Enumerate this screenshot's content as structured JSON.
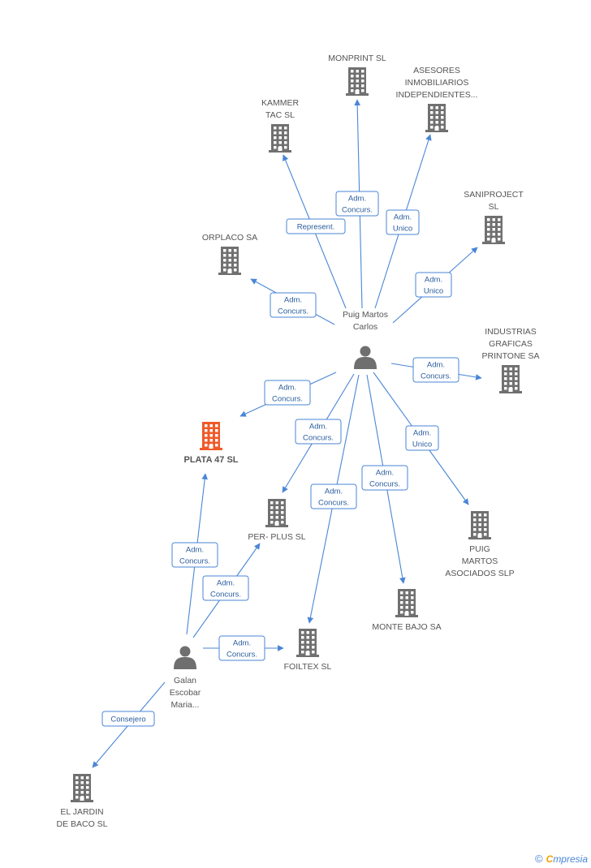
{
  "colors": {
    "edge": "#4a86d6",
    "company": "#707070",
    "focus_company": "#f05a28",
    "person": "#6f6f6f"
  },
  "nodes": [
    {
      "id": "monprint",
      "type": "company",
      "lines": [
        "MONPRINT SL"
      ]
    },
    {
      "id": "asesores",
      "type": "company",
      "lines": [
        "ASESORES",
        "INMOBILIARIOS",
        "INDEPENDIENTES..."
      ]
    },
    {
      "id": "kammer",
      "type": "company",
      "lines": [
        "KAMMER",
        "TAC SL"
      ]
    },
    {
      "id": "saniproject",
      "type": "company",
      "lines": [
        "SANIPROJECT",
        "SL"
      ]
    },
    {
      "id": "orplaco",
      "type": "company",
      "lines": [
        "ORPLACO SA"
      ]
    },
    {
      "id": "puig",
      "type": "person",
      "lines": [
        "Puig Martos",
        "Carlos"
      ]
    },
    {
      "id": "industrias",
      "type": "company",
      "lines": [
        "INDUSTRIAS",
        "GRAFICAS",
        "PRINTONE SA"
      ]
    },
    {
      "id": "plata",
      "type": "focus",
      "lines": [
        "PLATA 47 SL"
      ]
    },
    {
      "id": "perplus",
      "type": "company",
      "lines": [
        "PER- PLUS SL"
      ]
    },
    {
      "id": "puigasoc",
      "type": "company",
      "lines": [
        "PUIG",
        "MARTOS",
        "ASOCIADOS SLP"
      ]
    },
    {
      "id": "montebajo",
      "type": "company",
      "lines": [
        "MONTE BAJO SA"
      ]
    },
    {
      "id": "galan",
      "type": "person",
      "lines": [
        "Galan",
        "Escobar",
        "Maria..."
      ]
    },
    {
      "id": "foiltex",
      "type": "company",
      "lines": [
        "FOILTEX SL"
      ]
    },
    {
      "id": "jardin",
      "type": "company",
      "lines": [
        "EL JARDIN",
        "DE BACO  SL"
      ]
    }
  ],
  "edges": [
    {
      "from": "puig",
      "to": "monprint",
      "lines": [
        "Adm.",
        "Concurs."
      ]
    },
    {
      "from": "puig",
      "to": "asesores",
      "lines": [
        "Adm.",
        "Unico"
      ]
    },
    {
      "from": "puig",
      "to": "kammer",
      "lines": [
        "Represent."
      ]
    },
    {
      "from": "puig",
      "to": "saniproject",
      "lines": [
        "Adm.",
        "Unico"
      ]
    },
    {
      "from": "puig",
      "to": "orplaco",
      "lines": [
        "Adm.",
        "Concurs."
      ]
    },
    {
      "from": "puig",
      "to": "industrias",
      "lines": [
        "Adm.",
        "Concurs."
      ]
    },
    {
      "from": "puig",
      "to": "plata",
      "lines": [
        "Adm.",
        "Concurs."
      ]
    },
    {
      "from": "puig",
      "to": "perplus",
      "lines": [
        "Adm.",
        "Concurs."
      ]
    },
    {
      "from": "puig",
      "to": "puigasoc",
      "lines": [
        "Adm.",
        "Unico"
      ]
    },
    {
      "from": "puig",
      "to": "montebajo",
      "lines": [
        "Adm.",
        "Concurs."
      ]
    },
    {
      "from": "puig",
      "to": "foiltex",
      "lines": [
        "Adm.",
        "Concurs."
      ]
    },
    {
      "from": "galan",
      "to": "plata",
      "lines": [
        "Adm.",
        "Concurs."
      ]
    },
    {
      "from": "galan",
      "to": "perplus",
      "lines": [
        "Adm.",
        "Concurs."
      ]
    },
    {
      "from": "galan",
      "to": "foiltex",
      "lines": [
        "Adm.",
        "Concurs."
      ]
    },
    {
      "from": "galan",
      "to": "jardin",
      "lines": [
        "Consejero"
      ]
    }
  ],
  "footer": {
    "copyright": "©",
    "brand_first": "C",
    "brand_rest": "mpresia"
  }
}
